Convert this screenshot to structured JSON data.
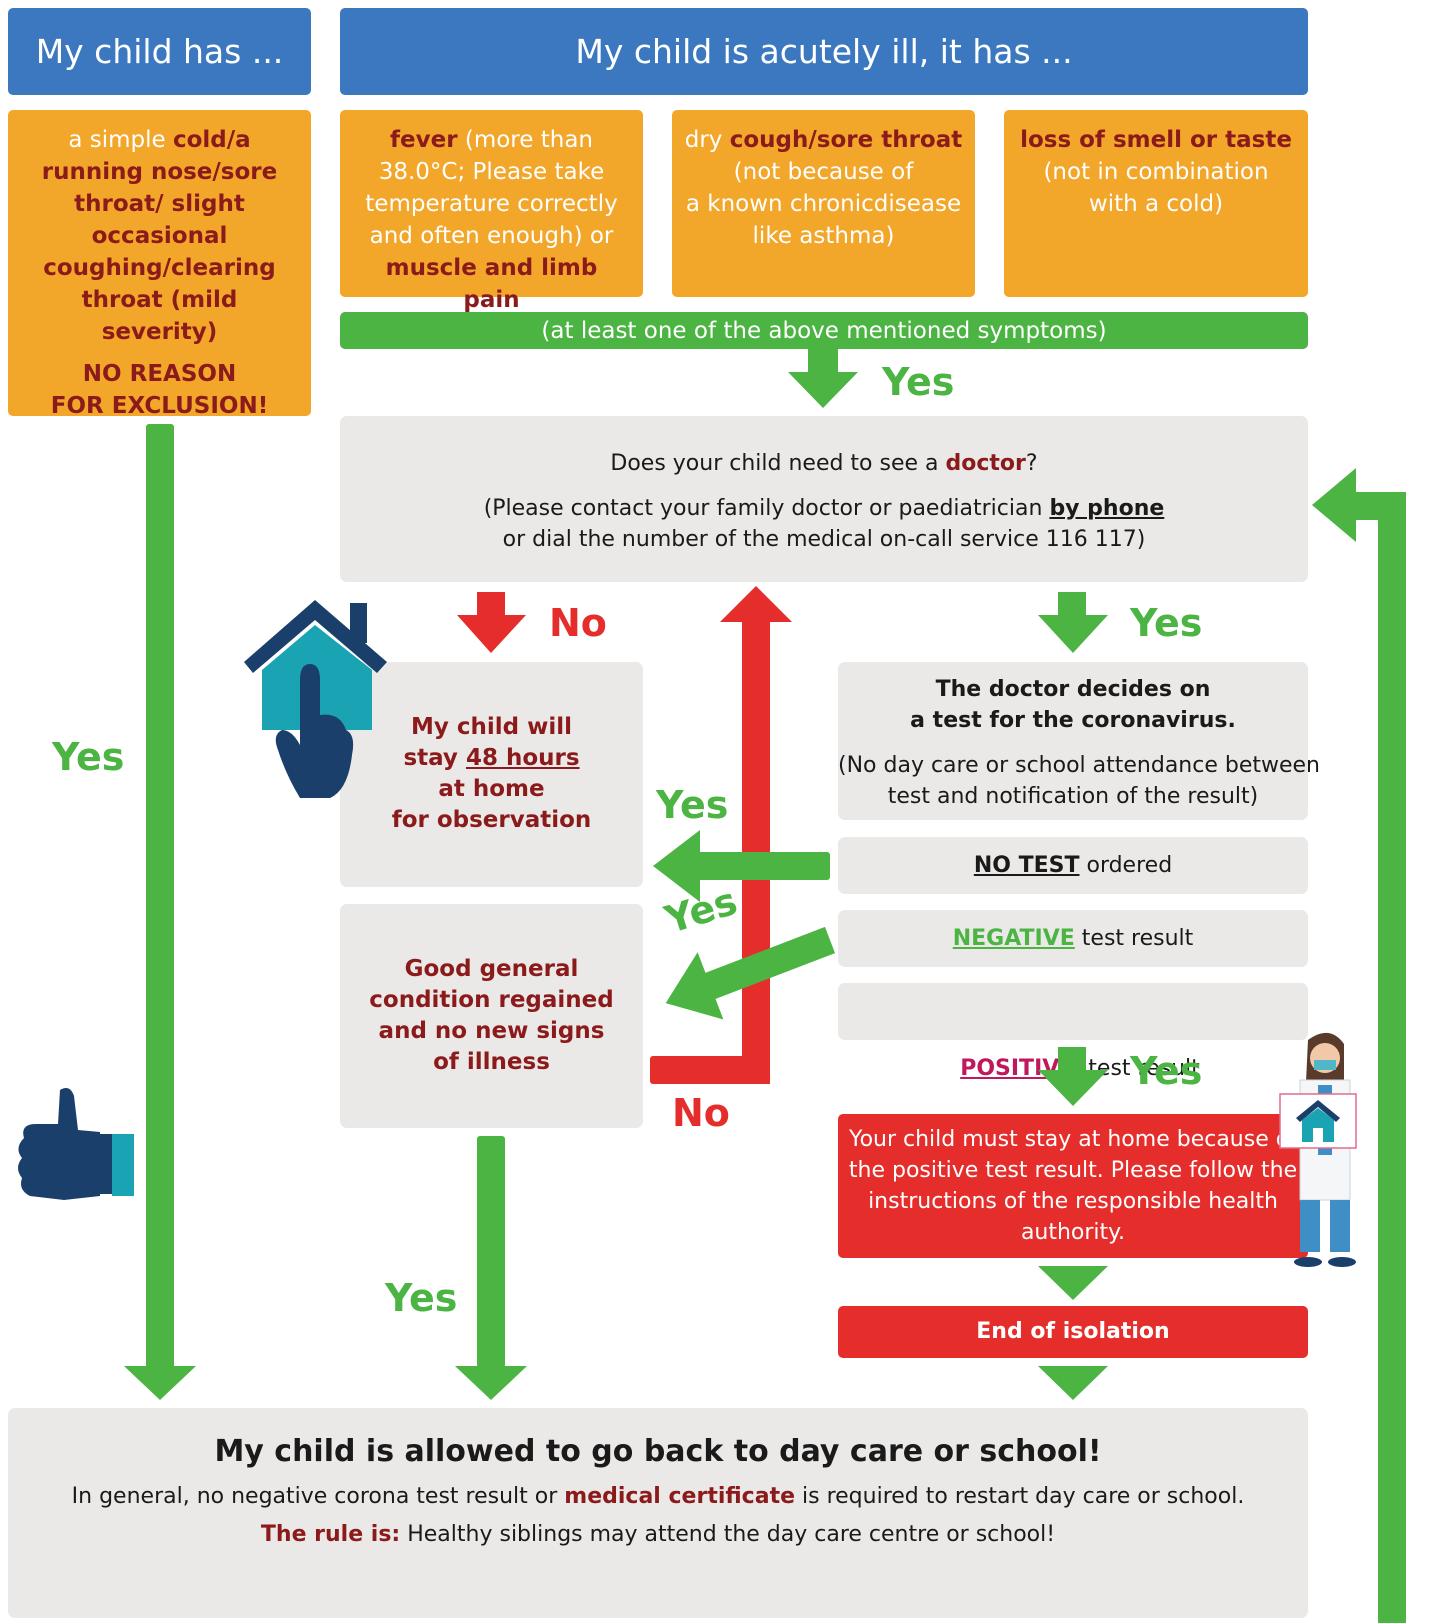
{
  "headers": {
    "left": "My child has ...",
    "right": "My child is acutely ill, it has ..."
  },
  "left_box": {
    "t1": "a simple ",
    "t2": "cold/a running nose/sore throat/ slight occasional coughing/clearing throat (mild severity)",
    "t3": "NO REASON",
    "t4": "FOR EXCLUSION!"
  },
  "symptoms": {
    "fever": {
      "b1": "fever",
      "t1": " (more than 38.0°C; Please take temperature correctly and often enough) or ",
      "b2": "muscle and limb pain"
    },
    "cough": {
      "t1": "dry ",
      "b1": "cough/sore throat",
      "t2": "(not because of",
      "t3": "a known chronicdisease",
      "t4": "like asthma)"
    },
    "smell": {
      "b1": "loss of smell or taste",
      "t1": "(not in combination",
      "t2": "with a cold)"
    }
  },
  "symptom_bar": "(at least one of the above mentioned symptoms)",
  "labels": {
    "yes": "Yes",
    "no": "No"
  },
  "doctor_box": {
    "q1": "Does your child need to see a ",
    "q_b": "doctor",
    "q2": "?",
    "p1": "(Please contact your family doctor or paediatrician ",
    "p_b": "by phone",
    "p2": "or dial the number of the medical on-call service 116 117)"
  },
  "home_box": {
    "l1": "My child will",
    "l2a": "stay ",
    "l2b": "48 hours",
    "l3": "at home",
    "l4": "for observation"
  },
  "good_box": {
    "l1": "Good general",
    "l2": "condition regained",
    "l3": "and no new signs",
    "l4": "of illness"
  },
  "test_box": {
    "l1": "The doctor decides on",
    "l2": "a test for the coronavirus.",
    "l3": "(No day care or school attendance between",
    "l4": "test and notification of the result)"
  },
  "no_test": {
    "b": "NO TEST",
    "t": " ordered"
  },
  "negative": {
    "b": "NEGATIVE",
    "t": " test result"
  },
  "positive": {
    "b": "POSITIVE",
    "t": "  test result"
  },
  "isolation_box": "Your child must stay at home because of the positive test result. Please follow the instructions of the responsible health authority.",
  "end_isolation": "End of isolation",
  "bottom": {
    "title": "My child is allowed to go back to day care or school!",
    "l1a": "In general, no negative corona test result or ",
    "l1b": "medical certificate",
    "l1c": " is required to restart day care or school.",
    "l2a": "The rule is:",
    "l2b": " Healthy siblings may attend the day care centre or school!"
  },
  "colors": {
    "header_blue": "#3b78c0",
    "orange": "#f2a62a",
    "green": "#4bb443",
    "red": "#e52e2c",
    "dark_red": "#8b1a1a",
    "gray": "#ebe9e8",
    "navy": "#1b3f6b",
    "teal": "#19a3b3"
  }
}
